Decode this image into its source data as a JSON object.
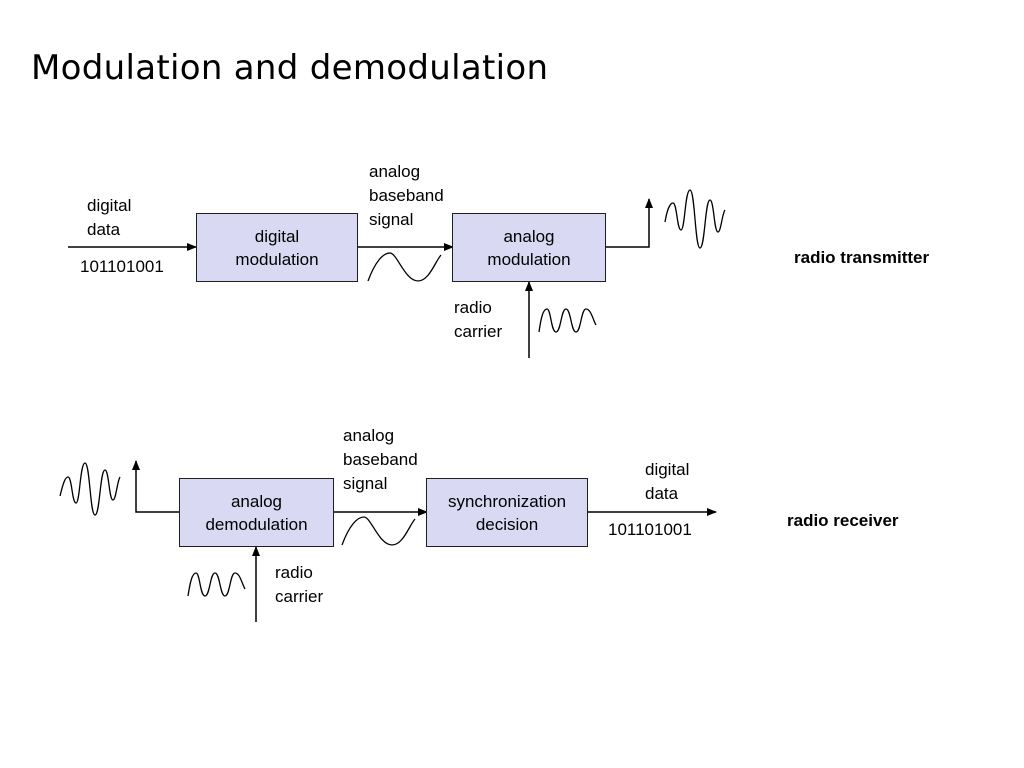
{
  "title": "Modulation and demodulation",
  "transmitter": {
    "input": {
      "line1": "digital",
      "line2": "data",
      "bits": "101101001"
    },
    "digital_modulation": {
      "line1": "digital",
      "line2": "modulation"
    },
    "baseband": {
      "line1": "analog",
      "line2": "baseband",
      "line3": "signal"
    },
    "analog_modulation": {
      "line1": "analog",
      "line2": "modulation"
    },
    "carrier": {
      "line1": "radio",
      "line2": "carrier"
    },
    "label": "radio transmitter"
  },
  "receiver": {
    "analog_demodulation": {
      "line1": "analog",
      "line2": "demodulation"
    },
    "baseband": {
      "line1": "analog",
      "line2": "baseband",
      "line3": "signal"
    },
    "sync_decision": {
      "line1": "synchronization",
      "line2": "decision"
    },
    "output": {
      "line1": "digital",
      "line2": "data",
      "bits": "101101001"
    },
    "carrier": {
      "line1": "radio",
      "line2": "carrier"
    },
    "label": "radio receiver"
  },
  "colors": {
    "box_fill": "#d9d9f3",
    "stroke": "#000000"
  },
  "icons": [
    "antenna-icon",
    "sine-wave-icon",
    "modulated-wave-icon"
  ]
}
